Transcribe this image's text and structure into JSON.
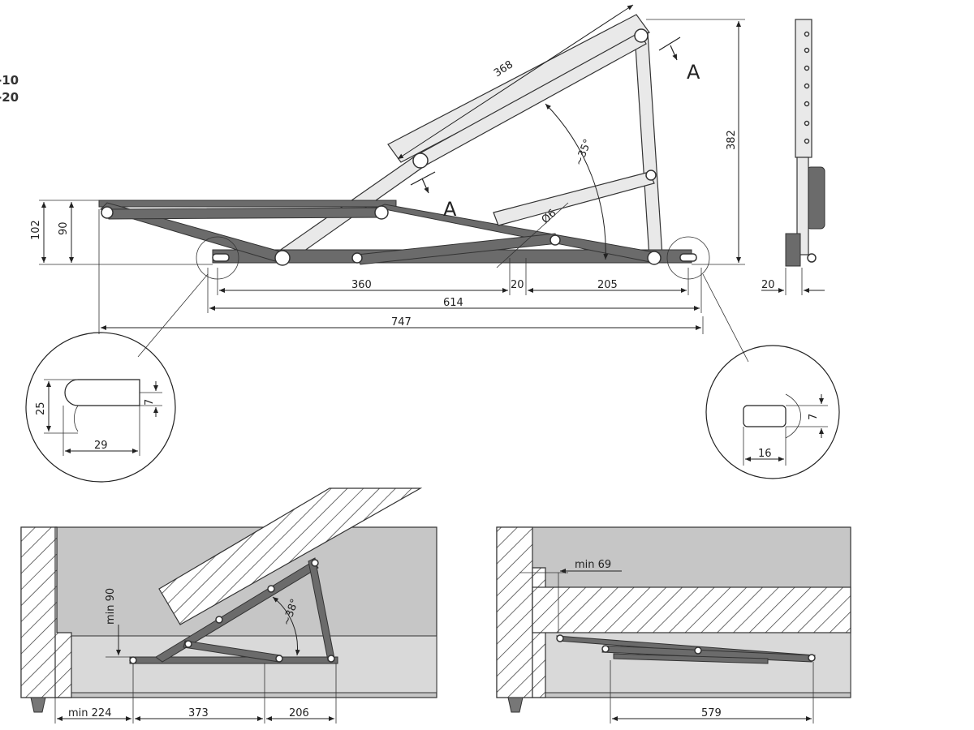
{
  "codes": [
    "-10",
    "-20"
  ],
  "top_view": {
    "dim_368": "368",
    "dim_382": "382",
    "dim_102": "102",
    "dim_90": "90",
    "dim_360": "360",
    "dim_20": "20",
    "dim_205": "205",
    "dim_614": "614",
    "dim_747": "747",
    "angle": "~35°",
    "diameter": "Ø6",
    "section_mark_top": "A",
    "section_mark_bottom": "A"
  },
  "side_view": {
    "dim_20": "20"
  },
  "detail_left": {
    "dim_25": "25",
    "dim_7": "7",
    "dim_29": "29"
  },
  "detail_right": {
    "dim_7": "7",
    "dim_16": "16"
  },
  "sofa_open": {
    "dim_min_90": "min 90",
    "angle": "~38°",
    "dim_min_224": "min 224",
    "dim_373": "373",
    "dim_206": "206"
  },
  "sofa_closed": {
    "dim_min_69": "min 69",
    "dim_579": "579"
  }
}
